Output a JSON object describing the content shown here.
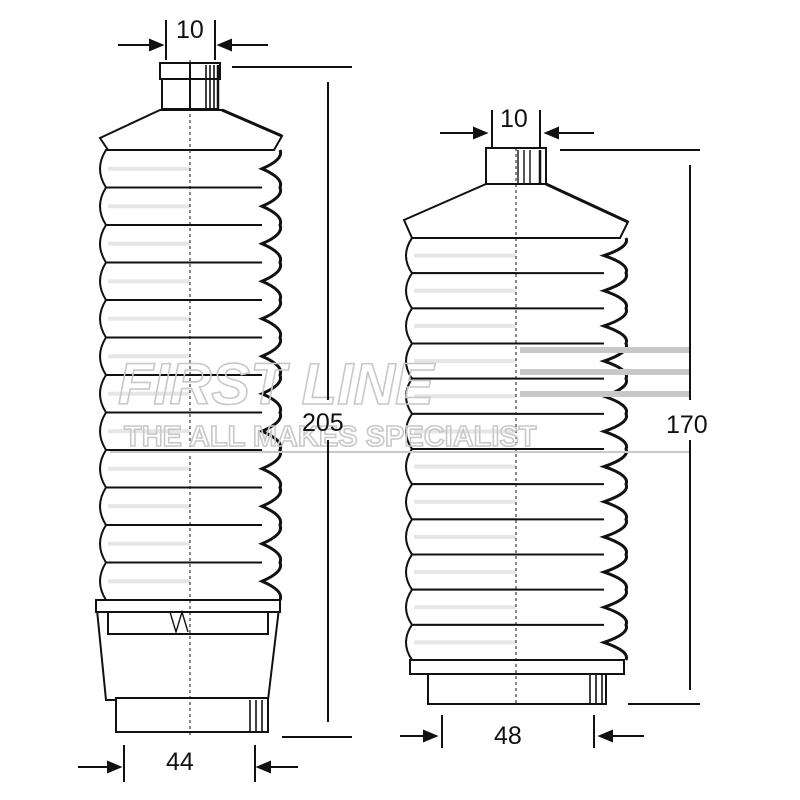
{
  "diagram": {
    "left_boot": {
      "top_width": "10",
      "height": "205",
      "bottom_width": "44"
    },
    "right_boot": {
      "top_width": "10",
      "height": "170",
      "bottom_width": "48"
    },
    "watermark": {
      "brand": "FIRST LINE",
      "tagline": "THE ALL MAKES SPECIALIST"
    },
    "colors": {
      "line": "#111111",
      "stripe": "#e6e6e6",
      "watermark": "#c8c8c8",
      "background": "#ffffff"
    }
  }
}
